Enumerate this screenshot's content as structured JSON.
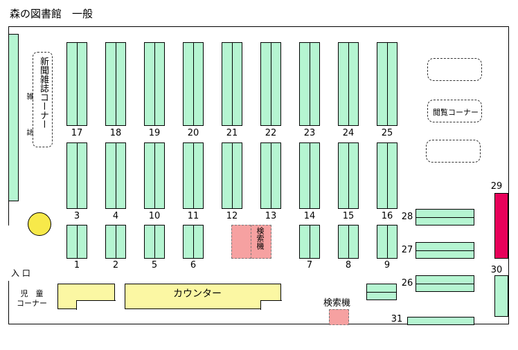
{
  "title": "森の図書館　一般",
  "labels": {
    "magazine_shelf": "雑誌",
    "newspaper_corner": "新聞雑誌コーナー",
    "reading_corner": "閲覧コーナー",
    "entrance": "入 口",
    "childrens_corner_line1": "児　童",
    "childrens_corner_line2": "コーナー",
    "counter": "カウンター",
    "search_terminal_inside": "検索機",
    "search_terminal_bottom": "検索機"
  },
  "shelf_numbers": {
    "row_top": [
      "17",
      "18",
      "19",
      "20",
      "21",
      "22",
      "23",
      "24",
      "25"
    ],
    "row_mid": [
      "3",
      "4",
      "10",
      "11",
      "12",
      "13",
      "14",
      "15",
      "16"
    ],
    "row_bottom": [
      "1",
      "2",
      "5",
      "6",
      "7",
      "8",
      "9"
    ],
    "right_side": [
      "28",
      "27",
      "26",
      "29",
      "30",
      "31"
    ]
  },
  "colors": {
    "shelf_green": "#b5f5d1",
    "counter_yellow": "#fbf7a3",
    "search_pink": "#f6a1a1",
    "shelf_29_red": "#e8005a",
    "pillar_yellow": "#f7e94a"
  }
}
